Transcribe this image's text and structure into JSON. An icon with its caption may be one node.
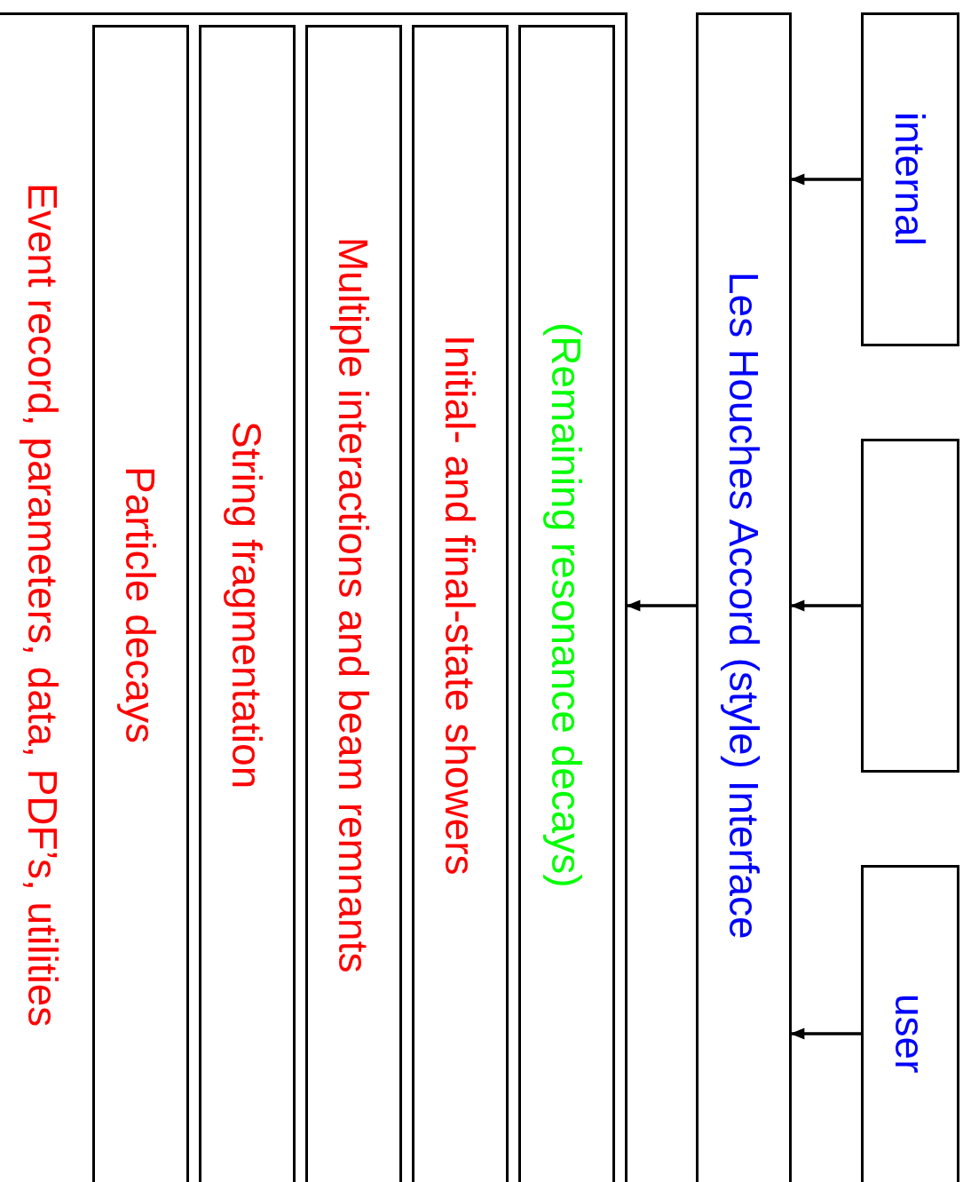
{
  "diagram": {
    "nodes": [
      {
        "text": [
          "Event record, parameters, data, PDF’s, utilities"
        ]
      },
      {
        "text": [
          "Particle decays"
        ],
        "in": 0
      },
      {
        "text": [
          "String fragmentation"
        ],
        "in": 0
      },
      {
        "text": [
          "Multiple interactions and beam remnants"
        ],
        "in": 0
      },
      {
        "text": [
          "Initial- and final-state showers"
        ],
        "in": 0
      },
      {
        "text": [
          "(Remaining resonance decays)"
        ],
        "in": 0
      },
      {
        "text": [
          "Les Houches Accord (style) Interface"
        ]
      },
      {
        "text": [
          "internal"
        ]
      },
      {
        "text": [],
        "shape": "box"
      },
      {
        "text": [
          "user"
        ]
      }
    ],
    "edges": [
      {
        "from": 7,
        "to": 6,
        "arrow": "to"
      },
      {
        "from": 8,
        "to": 6,
        "arrow": "to"
      },
      {
        "from": 9,
        "to": 6,
        "arrow": "to"
      },
      {
        "from": 6,
        "to": 0,
        "arrow": "to"
      }
    ]
  }
}
